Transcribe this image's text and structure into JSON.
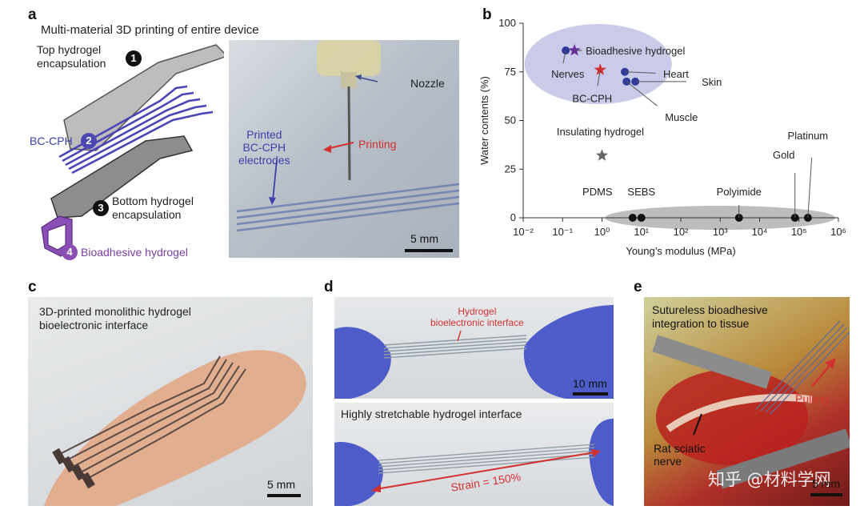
{
  "panels": {
    "a": {
      "letter": "a",
      "title": "Multi-material 3D printing of entire device",
      "layers": [
        {
          "num": "1",
          "label": "Top hydrogel\nencapsulation"
        },
        {
          "num": "2",
          "label": "BC-CPH"
        },
        {
          "num": "3",
          "label": "Bottom hydrogel\nencapsulation"
        },
        {
          "num": "4",
          "label": "Bioadhesive hydrogel"
        }
      ],
      "photo_labels": {
        "nozzle": "Nozzle",
        "printing": "Printing",
        "electrodes": "Printed\nBC-CPH\nelectrodes",
        "scale": "5 mm"
      },
      "colors": {
        "purple": "#7b3fa0",
        "blue": "#3b3fa8",
        "red": "#d33030",
        "gray": "#b9b9b9"
      }
    },
    "b": {
      "letter": "b",
      "point_labels": {
        "bioadhesive": "Bioadhesive hydrogel",
        "nerves": "Nerves",
        "heart": "Heart",
        "bccph": "BC-CPH",
        "skin": "Skin",
        "muscle": "Muscle",
        "insulating": "Insulating hydrogel",
        "platinum": "Platinum",
        "gold": "Gold",
        "pdms": "PDMS",
        "sebs": "SEBS",
        "polyimide": "Polyimide"
      },
      "ylabel_text": "Water contents (%)",
      "xlabel_text": "Young’s modulus (MPa)"
    },
    "c": {
      "letter": "c",
      "caption": "3D-printed monolithic hydrogel\nbioelectronic interface",
      "scale": "5 mm"
    },
    "d": {
      "letter": "d",
      "top_label": "Hydrogel\nbioelectronic interface",
      "top_scale": "10 mm",
      "bottom_caption": "Highly stretchable hydrogel interface",
      "strain": "Strain = 150%"
    },
    "e": {
      "letter": "e",
      "caption": "Sutureless bioadhesive\nintegration to tissue",
      "pulling": "Pulling",
      "nerve": "Rat sciatic\nnerve",
      "scale": "5 mm",
      "watermark": "知乎 @材料学网"
    }
  },
  "chart_data": {
    "type": "scatter",
    "xlabel": "Young’s modulus (MPa)",
    "ylabel": "Water contents (%)",
    "xscale": "log",
    "xlim": [
      0.01,
      1000000
    ],
    "ylim": [
      0,
      100
    ],
    "xticks": [
      "10⁻²",
      "10⁻¹",
      "10⁰",
      "10¹",
      "10²",
      "10³",
      "10⁴",
      "10⁵",
      "10⁶"
    ],
    "yticks": [
      "0",
      "25",
      "50",
      "75",
      "100"
    ],
    "points": [
      {
        "name": "Bioadhesive hydrogel",
        "x": 0.2,
        "y": 86,
        "marker": "star",
        "color": "#6a2d9a"
      },
      {
        "name": "BC-CPH",
        "x": 0.9,
        "y": 76,
        "marker": "star",
        "color": "#d32f2f"
      },
      {
        "name": "Insulating hydrogel",
        "x": 1.0,
        "y": 32,
        "marker": "star",
        "color": "#666666"
      },
      {
        "name": "Nerves",
        "x": 0.12,
        "y": 86,
        "marker": "circle",
        "color": "#2f3a9a"
      },
      {
        "name": "Heart",
        "x": 3.8,
        "y": 75,
        "marker": "circle",
        "color": "#2f3a9a"
      },
      {
        "name": "Muscle",
        "x": 4.2,
        "y": 70,
        "marker": "circle",
        "color": "#2f3a9a"
      },
      {
        "name": "Skin",
        "x": 7.0,
        "y": 70,
        "marker": "circle",
        "color": "#2f3a9a"
      },
      {
        "name": "PDMS",
        "x": 6.0,
        "y": 0,
        "marker": "circle",
        "color": "#111111"
      },
      {
        "name": "SEBS",
        "x": 10.0,
        "y": 0,
        "marker": "circle",
        "color": "#111111"
      },
      {
        "name": "Polyimide",
        "x": 3000.0,
        "y": 0,
        "marker": "circle",
        "color": "#111111"
      },
      {
        "name": "Gold",
        "x": 79000.0,
        "y": 0,
        "marker": "circle",
        "color": "#111111"
      },
      {
        "name": "Platinum",
        "x": 168000.0,
        "y": 0,
        "marker": "circle",
        "color": "#111111"
      }
    ],
    "regions": [
      {
        "kind": "soft tissues and hydrogels",
        "color": "#c9cbe8"
      },
      {
        "kind": "rigid materials",
        "color": "#bdbdbd"
      }
    ]
  }
}
